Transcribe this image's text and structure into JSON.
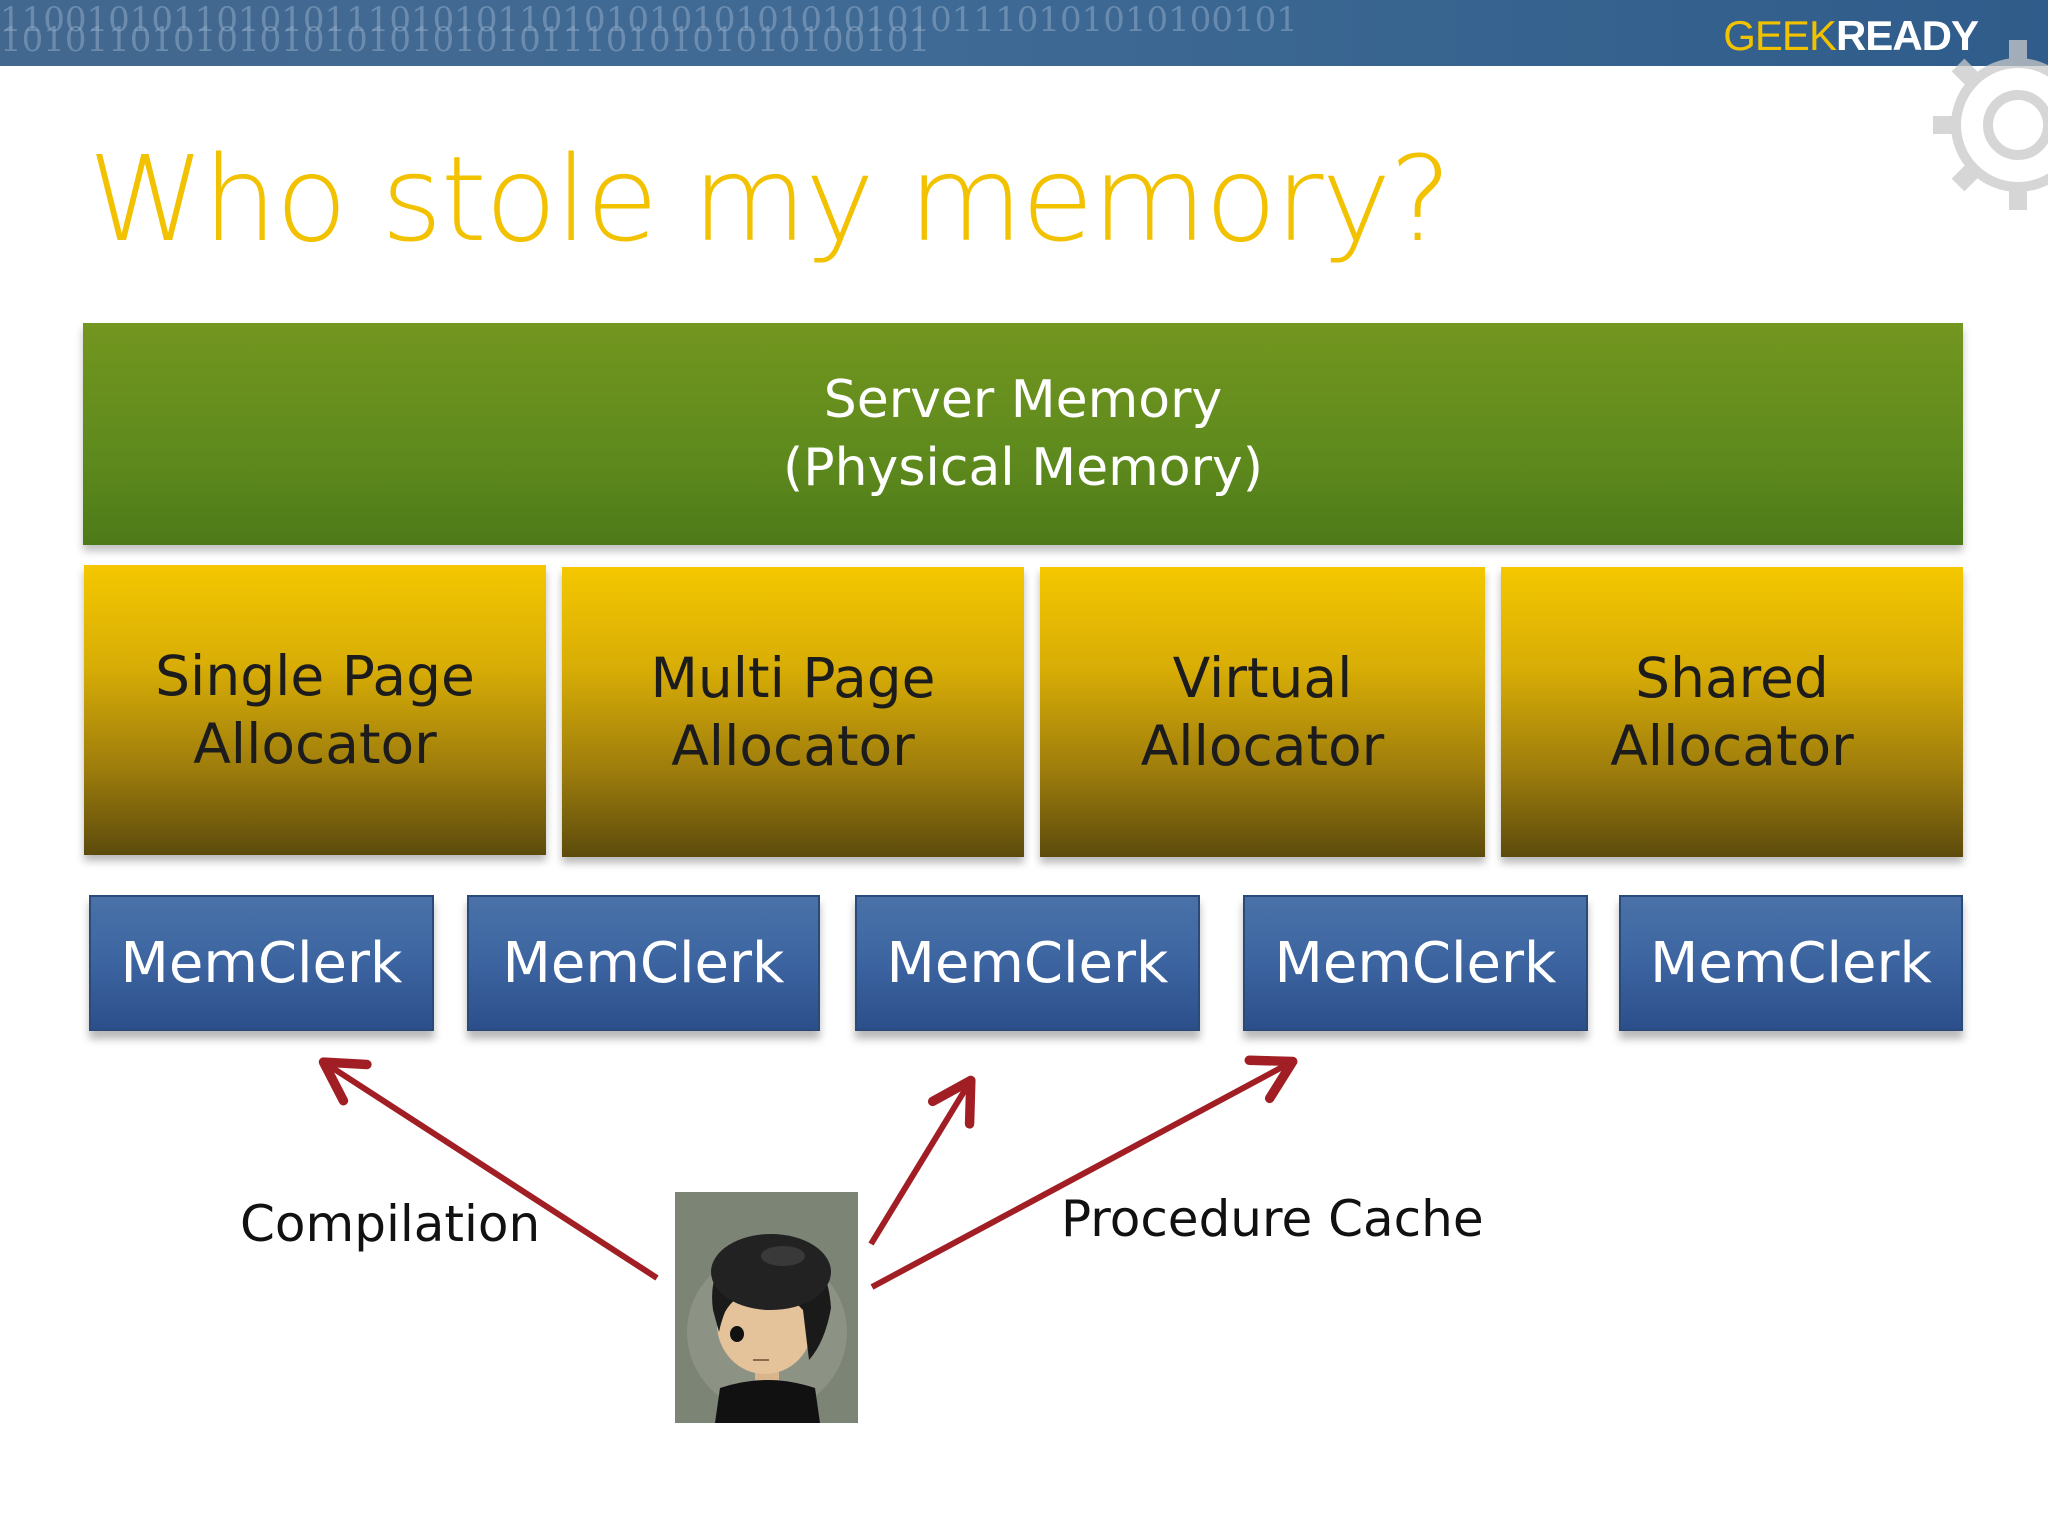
{
  "banner": {
    "binary_line_1": "110010101101010111010101101010101010101010101110101010100101",
    "binary_line_2": "1010110101010101010101010111010101010100101",
    "brand_geek": "GEEK",
    "brand_ready": "READY"
  },
  "title": "Who stole my memory?",
  "server_memory": {
    "line1": "Server Memory",
    "line2": "(Physical Memory)"
  },
  "allocators": [
    {
      "line1": "Single Page",
      "line2": "Allocator"
    },
    {
      "line1": "Multi Page",
      "line2": "Allocator"
    },
    {
      "line1": "Virtual",
      "line2": "Allocator"
    },
    {
      "line1": "Shared",
      "line2": "Allocator"
    }
  ],
  "memclerks": [
    "MemClerk",
    "MemClerk",
    "MemClerk",
    "MemClerk",
    "MemClerk"
  ],
  "labels": {
    "compilation": "Compilation",
    "procedure_cache": "Procedure Cache"
  },
  "colors": {
    "title": "#f2c200",
    "server": "#5e8a1d",
    "allocator": "#f4c700",
    "memclerk": "#3c64a0",
    "arrow": "#a11f24"
  }
}
